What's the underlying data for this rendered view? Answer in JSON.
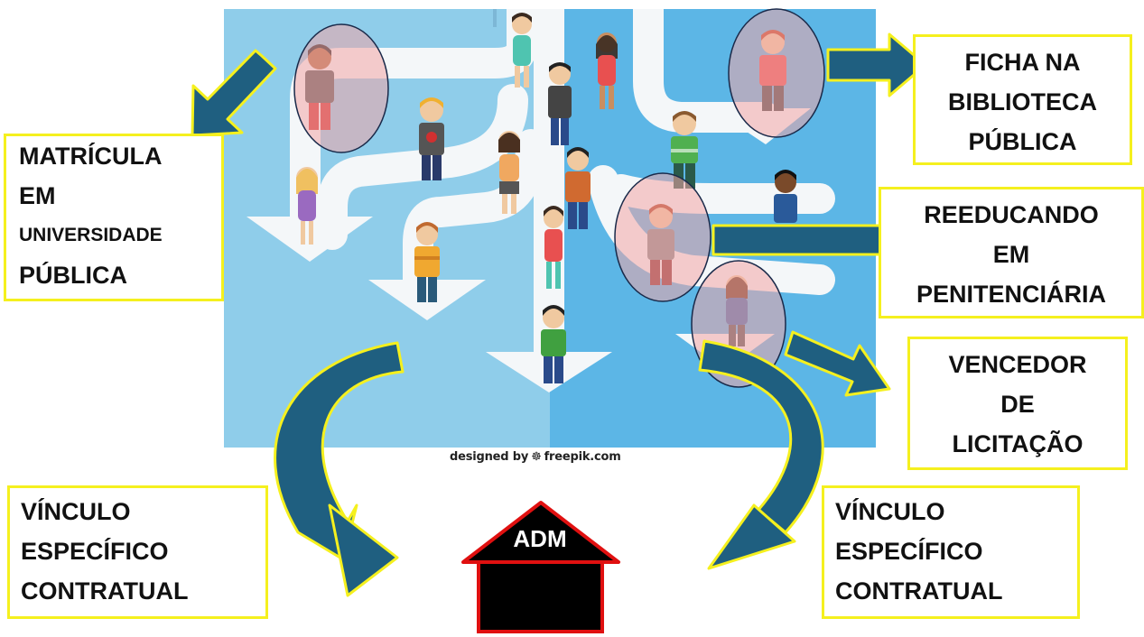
{
  "boxes": {
    "matricula": [
      "MATRÍCULA",
      "EM",
      "UNIVERSIDADE",
      "PÚBLICA"
    ],
    "ficha": [
      "FICHA NA",
      "BIBLIOTECA",
      "PÚBLICA"
    ],
    "reeducando": [
      "REEDUCANDO",
      "EM",
      "PENITENCIÁRIA"
    ],
    "vencedor": [
      "VENCEDOR",
      "DE",
      "LICITAÇÃO"
    ],
    "vinculo_left": [
      "VÍNCULO",
      "ESPECÍFICO",
      "CONTRATUAL"
    ],
    "vinculo_right": [
      "VÍNCULO",
      "ESPECÍFICO",
      "CONTRATUAL"
    ]
  },
  "adm": {
    "label": "ADM"
  },
  "credit": {
    "prefix": "designed by",
    "site": "freepik.com"
  },
  "colors": {
    "arrow": "#1f5f80",
    "box_border": "#f5f01e",
    "highlight": "#f2a5a5",
    "house": "#000000",
    "house_border": "#e01010"
  }
}
